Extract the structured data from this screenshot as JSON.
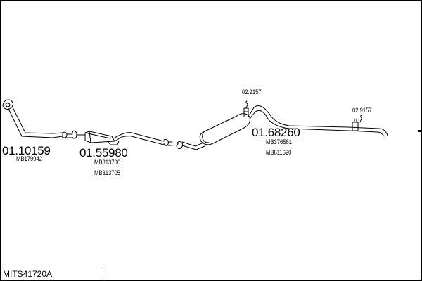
{
  "diagram_code": "MITS41720A",
  "parts": {
    "front_pipe": {
      "number": "01.10159",
      "oe": [
        "MB179942"
      ]
    },
    "center_silencer": {
      "number": "01.55980",
      "oe": [
        "MB313706",
        "MB313705"
      ]
    },
    "rear_silencer": {
      "number": "01.68260",
      "oe": [
        "MB376581",
        "MB611620"
      ]
    },
    "mount_1": {
      "number": "02.9157"
    },
    "mount_2": {
      "number": "02.9157"
    }
  },
  "colors": {
    "line": "#000000",
    "background": "#ffffff"
  }
}
